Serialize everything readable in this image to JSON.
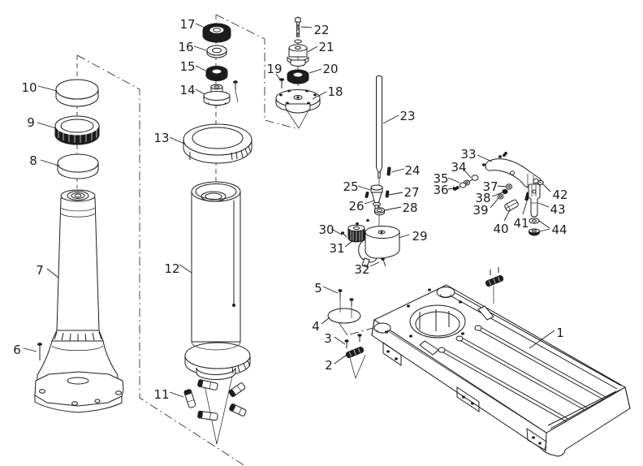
{
  "figure": {
    "background": "#ffffff",
    "line_color": "#1c1c1c",
    "part_labels": [
      "1",
      "2",
      "3",
      "4",
      "5",
      "6",
      "7",
      "8",
      "9",
      "10",
      "11",
      "12",
      "13",
      "14",
      "15",
      "16",
      "17",
      "18",
      "19",
      "20",
      "21",
      "22",
      "23",
      "24",
      "25",
      "26",
      "27",
      "28",
      "29",
      "30",
      "31",
      "32",
      "33",
      "34",
      "35",
      "36",
      "37",
      "38",
      "39",
      "40",
      "41",
      "42",
      "43",
      "44"
    ]
  }
}
